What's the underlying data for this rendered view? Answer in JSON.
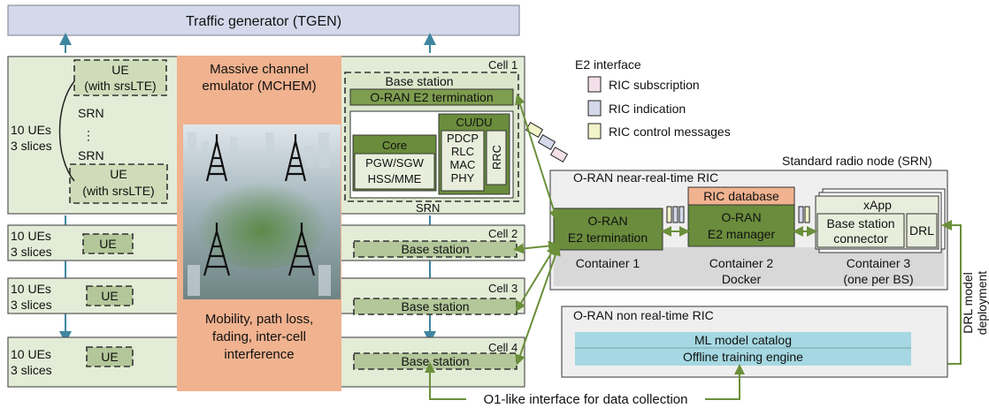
{
  "tgen": "Traffic generator (TGEN)",
  "cell1": {
    "label": "Cell 1",
    "ue_top": [
      "UE",
      "(with srsLTE)"
    ],
    "ue_bottom": [
      "UE",
      "(with srsLTE)"
    ],
    "srn_a": "SRN",
    "dots": "⋮",
    "srn_b": "SRN",
    "count": [
      "10 UEs",
      "3 slices"
    ],
    "bs_title": "Base station",
    "e2_term": "O-RAN E2 termination",
    "cudu": "CU/DU",
    "core": "Core",
    "core_lines": [
      "PGW/SGW",
      "HSS/MME"
    ],
    "stack": [
      "PDCP",
      "RLC",
      "MAC",
      "PHY"
    ],
    "rrc": "RRC",
    "srn_label": "SRN"
  },
  "mchem": {
    "title": [
      "Massive channel",
      "emulator (MCHEM)"
    ],
    "caption": [
      "Mobility, path loss,",
      "fading, inter-cell",
      "interference"
    ]
  },
  "cells": [
    {
      "label": "Cell 2",
      "count": [
        "10 UEs",
        "3 slices"
      ],
      "ue": "UE",
      "bs": "Base station"
    },
    {
      "label": "Cell 3",
      "count": [
        "10 UEs",
        "3 slices"
      ],
      "ue": "UE",
      "bs": "Base station"
    },
    {
      "label": "Cell 4",
      "count": [
        "10 UEs",
        "3 slices"
      ],
      "ue": "UE",
      "bs": "Base station"
    }
  ],
  "legend": {
    "title": "E2 interface",
    "items": [
      {
        "label": "RIC subscription",
        "color": "#f3dfe7"
      },
      {
        "label": "RIC indication",
        "color": "#d4d8ea"
      },
      {
        "label": "RIC control messages",
        "color": "#f1f3c8"
      }
    ]
  },
  "srn_outer": "Standard radio node (SRN)",
  "near_rt": {
    "title": "O-RAN near-real-time RIC",
    "e2_term": [
      "O-RAN",
      "E2 termination"
    ],
    "container1": "Container 1",
    "ric_db": "RIC database",
    "e2_mgr": [
      "O-RAN",
      "E2 manager"
    ],
    "container2": [
      "Container 2",
      "Docker"
    ],
    "xapp": "xApp",
    "bs_connector": [
      "Base station",
      "connector"
    ],
    "drl": "DRL",
    "container3": [
      "Container 3",
      "(one per BS)"
    ]
  },
  "drl_deploy": [
    "DRL model",
    "deployment"
  ],
  "non_rt": {
    "title": "O-RAN non real-time RIC",
    "catalog": "ML model catalog",
    "training": "Offline training engine"
  },
  "o1": "O1-like interface for data collection"
}
